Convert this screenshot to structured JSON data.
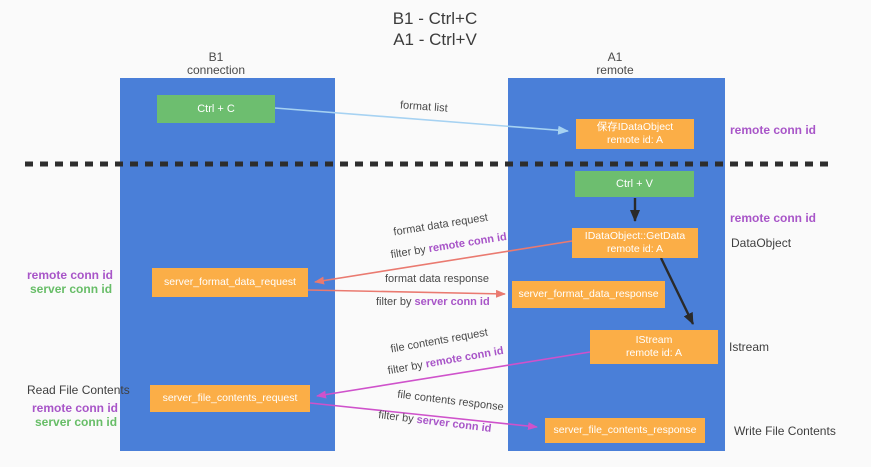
{
  "colors": {
    "background": "#fafafa",
    "lane_blue": "#4a7fd8",
    "box_green": "#6dbe6f",
    "box_orange": "#fbae47",
    "arrow_light_blue": "#a6d2f2",
    "arrow_salmon": "#ea7a70",
    "arrow_magenta": "#cf52cb",
    "arrow_black": "#2a2a2a",
    "label_purple": "#a855c8",
    "label_green": "#67bd67",
    "text_dark": "#3f3f3f"
  },
  "title": {
    "line1": "B1 - Ctrl+C",
    "line2": "A1 - Ctrl+V"
  },
  "columns": {
    "b1": {
      "name": "B1",
      "subtitle": "connection"
    },
    "a1": {
      "name": "A1",
      "subtitle": "remote"
    }
  },
  "boxes": {
    "ctrl_c": "Ctrl + C",
    "save_idataobject": {
      "line1": "保存IDataObject",
      "line2": "remote id: A"
    },
    "ctrl_v": "Ctrl + V",
    "getdata": {
      "line1": "IDataObject::GetData",
      "line2": "remote id: A"
    },
    "server_format_data_request": "server_format_data_request",
    "server_format_data_response": "server_format_data_response",
    "istream": {
      "line1": "IStream",
      "line2": "remote id: A"
    },
    "server_file_contents_request": "server_file_contents_request",
    "server_file_contents_response": "server_file_contents_response"
  },
  "arrow_labels": {
    "format_list": "format list",
    "format_data_request": "format data request",
    "filter_by_remote_1": {
      "prefix": "filter by ",
      "key": "remote conn id"
    },
    "format_data_response": "format data response",
    "filter_by_server_1": {
      "prefix": "filter by ",
      "key": "server conn id"
    },
    "file_contents_request": "file contents request",
    "filter_by_remote_2": {
      "prefix": "filter by ",
      "key": "remote conn id"
    },
    "file_contents_response": "file contents response",
    "filter_by_server_2": {
      "prefix": "filter by ",
      "key": "server conn id"
    }
  },
  "side_labels": {
    "right_remote_conn_id_1": "remote conn id",
    "right_remote_conn_id_2": "remote conn id",
    "right_dataobject": "DataObject",
    "right_istream": "Istream",
    "right_write_file": "Write File Contents",
    "left_remote_conn_id_1": "remote conn id",
    "left_server_conn_id_1": "server conn id",
    "left_read_file": "Read File Contents",
    "left_remote_conn_id_2": "remote conn id",
    "left_server_conn_id_2": "server conn id"
  }
}
